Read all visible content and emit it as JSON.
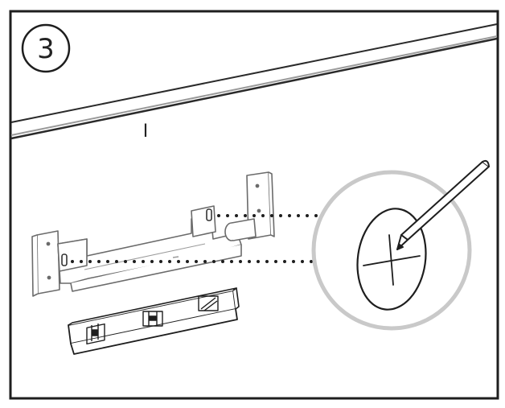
{
  "step": {
    "number": "3"
  },
  "marks": {
    "wall_tick": "I"
  },
  "elements": {
    "bracket": "wall-mount-bracket",
    "level": "spirit-level",
    "pencil": "pencil-icon",
    "magnifier": "magnifier-circle",
    "crosshair": "pencil-cross-mark"
  }
}
